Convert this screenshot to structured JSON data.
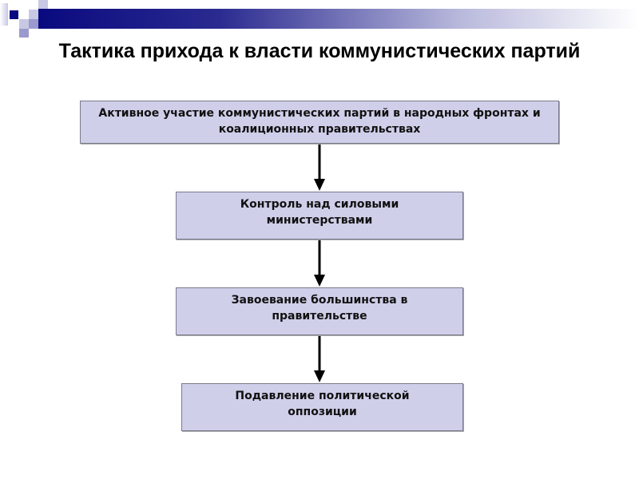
{
  "title": "Тактика прихода к власти коммунистических партий",
  "steps": [
    {
      "text": "Активное участие коммунистических партий в народных фронтах и коалиционных правительствах"
    },
    {
      "text": "Контроль над силовыми министерствами"
    },
    {
      "text": "Завоевание большинства в правительстве"
    },
    {
      "text": "Подавление политической оппозиции"
    }
  ],
  "colors": {
    "accent": "#0a0a80",
    "box_fill": "#cfcfea"
  }
}
